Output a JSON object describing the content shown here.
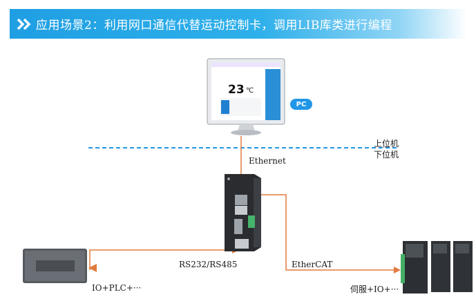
{
  "banner": {
    "title": "应用场景2：利用网口通信代替运动控制卡，调用LIB库类进行编程"
  },
  "pc": {
    "temperature": "23",
    "unit": "℃",
    "badge": "PC"
  },
  "levels": {
    "upper": "上位机",
    "lower": "下位机"
  },
  "links": {
    "ethernet": "Ethernet",
    "serial": "RS232/RS485",
    "ethercat": "EtherCAT"
  },
  "devices": {
    "plc": "IO+PLC+···",
    "servo": "伺服+IO+···"
  },
  "colors": {
    "accent": "#1f9fe3",
    "line": "#e07a3e",
    "dash": "#2196e8"
  }
}
